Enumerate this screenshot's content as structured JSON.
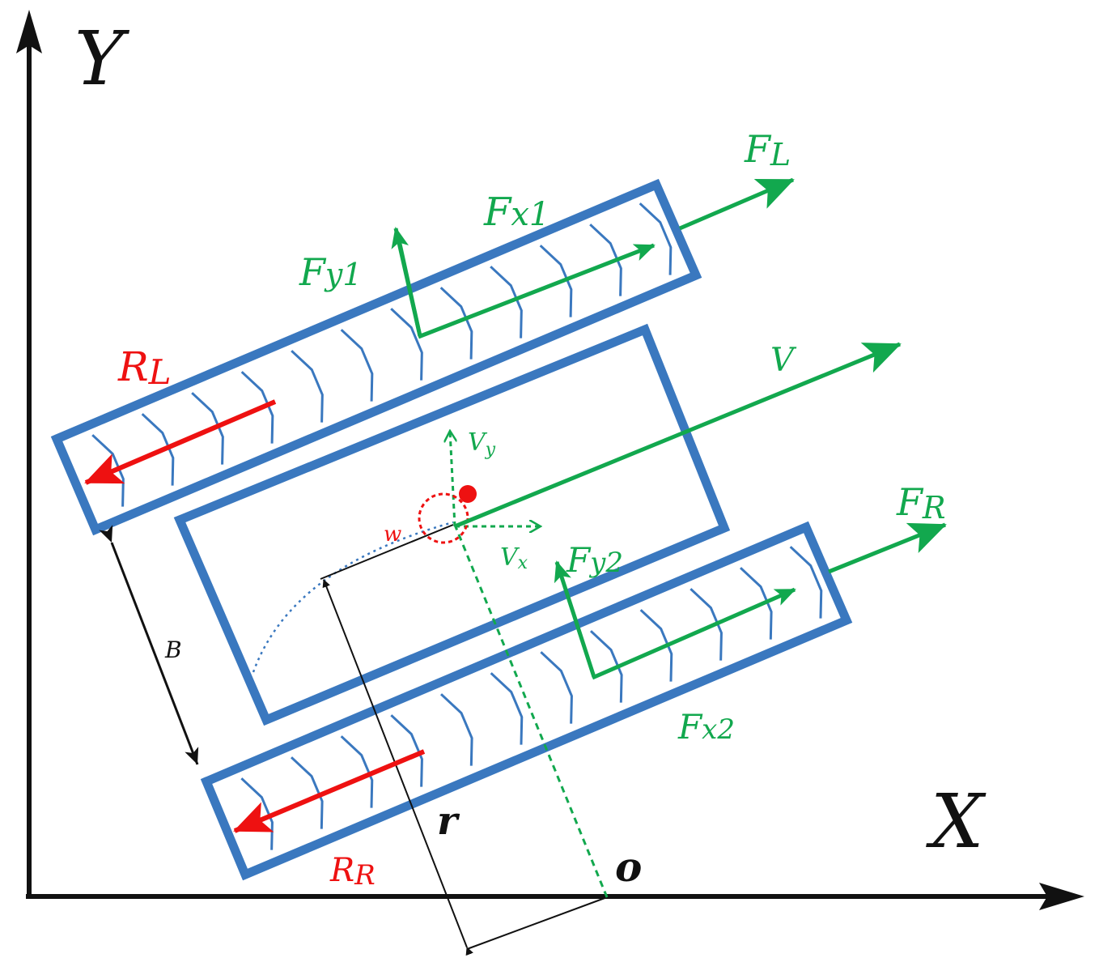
{
  "axes": {
    "x_label": "X",
    "y_label": "Y",
    "origin_label": "o"
  },
  "labels": {
    "F_L": {
      "main": "F",
      "sub": "L"
    },
    "F_R": {
      "main": "F",
      "sub": "R"
    },
    "F_x1": {
      "main": "F",
      "sub": "x1"
    },
    "F_y1": {
      "main": "F",
      "sub": "y1"
    },
    "F_x2": {
      "main": "F",
      "sub": "x2"
    },
    "F_y2": {
      "main": "F",
      "sub": "y2"
    },
    "R_L": {
      "main": "R",
      "sub": "L"
    },
    "R_R": {
      "main": "R",
      "sub": "R"
    },
    "V": "V",
    "V_x": {
      "main": "V",
      "sub": "x"
    },
    "V_y": {
      "main": "V",
      "sub": "y"
    },
    "w": "w",
    "B": "B",
    "r": "r"
  },
  "colors": {
    "track_outline": "#3a78bf",
    "force_green": "#12a84e",
    "resistance_red": "#ee1111",
    "dimension_black": "#111111"
  }
}
